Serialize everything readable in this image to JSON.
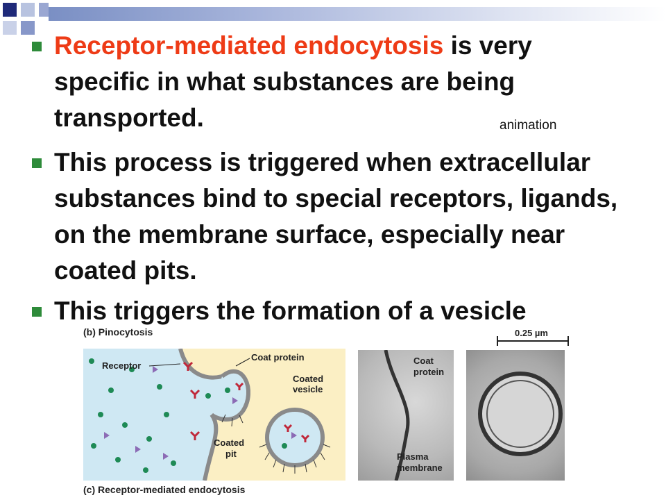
{
  "slide": {
    "bullets": [
      {
        "highlight": "Receptor-mediated endocytosis",
        "text": " is very specific in what substances are being transported."
      },
      {
        "highlight": "",
        "text": "This process is triggered when extracellular substances bind to special receptors, ligands, on the membrane surface, especially near coated pits."
      },
      {
        "highlight": "",
        "text": "This triggers the formation of a vesicle"
      }
    ],
    "animation_link": "animation"
  },
  "figure": {
    "label_top": "(b) Pinocytosis",
    "label_bottom": "(c) Receptor-mediated endocytosis",
    "receptor": "Receptor",
    "coat_protein": "Coat protein",
    "coated_vesicle_1": "Coated",
    "coated_vesicle_2": "vesicle",
    "coated_pit_1": "Coated",
    "coated_pit_2": "pit",
    "scale": "0.25 µm",
    "micro_coat_1": "Coat",
    "micro_coat_2": "protein",
    "micro_plasma_1": "Plasma",
    "micro_plasma_2": "membrane"
  },
  "colors": {
    "bullet": "#2e8b3a",
    "highlight": "#ee3b16",
    "extracellular": "#cfe8f3",
    "cytoplasm": "#fbefc4"
  }
}
